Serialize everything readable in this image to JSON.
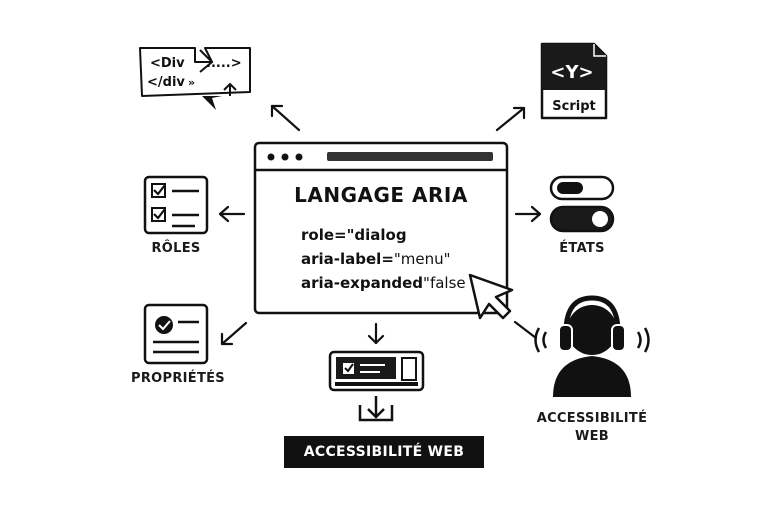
{
  "window": {
    "title": "LANGAGE ARIA",
    "code_lines": [
      {
        "key": "role=",
        "value": "\"dialog"
      },
      {
        "key": "aria-label=",
        "value": "\"menu\""
      },
      {
        "key": "aria-expanded",
        "value": "\"false"
      }
    ]
  },
  "snippet": {
    "line1": "<Div",
    "line2": "</div",
    "dots": ".....>",
    "tail": "»"
  },
  "script_file": {
    "glyph": "<Y>",
    "label": "Script"
  },
  "labels": {
    "roles": "RÔLES",
    "etats": "ÉTATS",
    "proprietes": "PROPRIÉTÉS",
    "accessibilite_line1": "ACCESSIBILITÉ",
    "accessibilite_line2": "WEB"
  },
  "footer": "ACCESSIBILITÉ WEB",
  "colors": {
    "ink": "#111111",
    "background": "#ffffff"
  }
}
